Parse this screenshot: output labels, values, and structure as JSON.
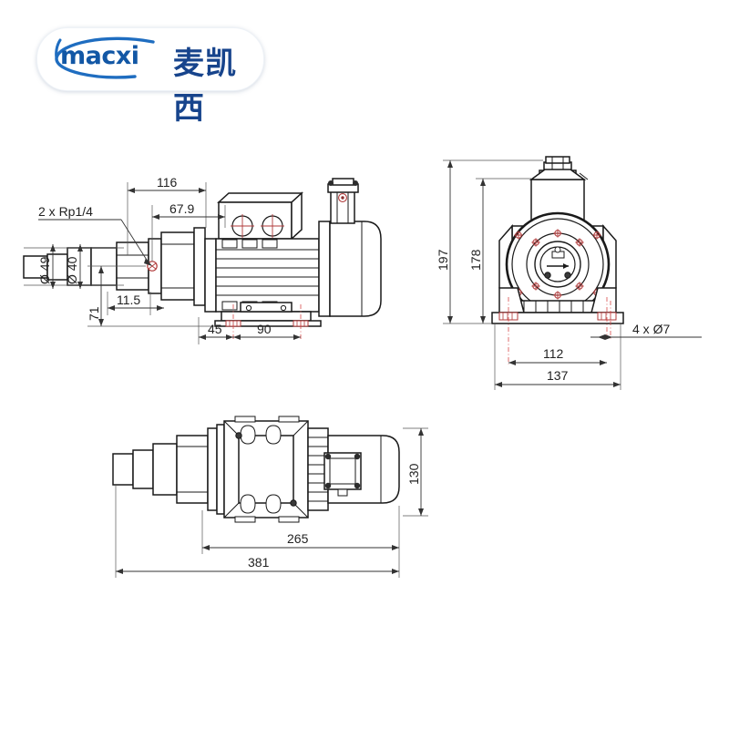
{
  "page": {
    "background": "#ffffff",
    "title": "Pump unit dimensional drawing"
  },
  "logo": {
    "name": "macxi-logo",
    "latin_text": "macxi",
    "chinese_text": "麦凯西",
    "latin_color": "#1257a5",
    "chinese_color": "#17448c",
    "pill_color": "#ffffff"
  },
  "drawing": {
    "line_color": "#1a1a1a",
    "dimension_color": "#333333",
    "centerline_color": "#d84a4a",
    "accent_color": "#b03a3a",
    "views": [
      {
        "id": "side-view",
        "label": "side elevation"
      },
      {
        "id": "front-view",
        "label": "front elevation"
      },
      {
        "id": "top-view",
        "label": "plan view"
      }
    ]
  },
  "dimensions": {
    "side_view": [
      {
        "id": "dim-116",
        "value": "116",
        "orientation": "horizontal"
      },
      {
        "id": "dim-67-9",
        "value": "67.9",
        "orientation": "horizontal"
      },
      {
        "id": "dim-rp14",
        "value": "2 x Rp1/4",
        "orientation": "horizontal"
      },
      {
        "id": "dim-d49",
        "value": "Ø 49",
        "orientation": "vertical"
      },
      {
        "id": "dim-d40",
        "value": "Ø 40",
        "orientation": "vertical"
      },
      {
        "id": "dim-71",
        "value": "71",
        "orientation": "vertical"
      },
      {
        "id": "dim-11-5",
        "value": "11.5",
        "orientation": "horizontal"
      },
      {
        "id": "dim-45",
        "value": "45",
        "orientation": "horizontal"
      },
      {
        "id": "dim-90",
        "value": "90",
        "orientation": "horizontal"
      }
    ],
    "front_view": [
      {
        "id": "dim-197",
        "value": "197",
        "orientation": "vertical"
      },
      {
        "id": "dim-178",
        "value": "178",
        "orientation": "vertical"
      },
      {
        "id": "dim-112",
        "value": "112",
        "orientation": "horizontal"
      },
      {
        "id": "dim-137",
        "value": "137",
        "orientation": "horizontal"
      },
      {
        "id": "dim-4xd7",
        "value": "4 x Ø7",
        "orientation": "horizontal"
      }
    ],
    "top_view": [
      {
        "id": "dim-130",
        "value": "130",
        "orientation": "vertical"
      },
      {
        "id": "dim-265",
        "value": "265",
        "orientation": "horizontal"
      },
      {
        "id": "dim-381",
        "value": "381",
        "orientation": "horizontal"
      }
    ]
  }
}
